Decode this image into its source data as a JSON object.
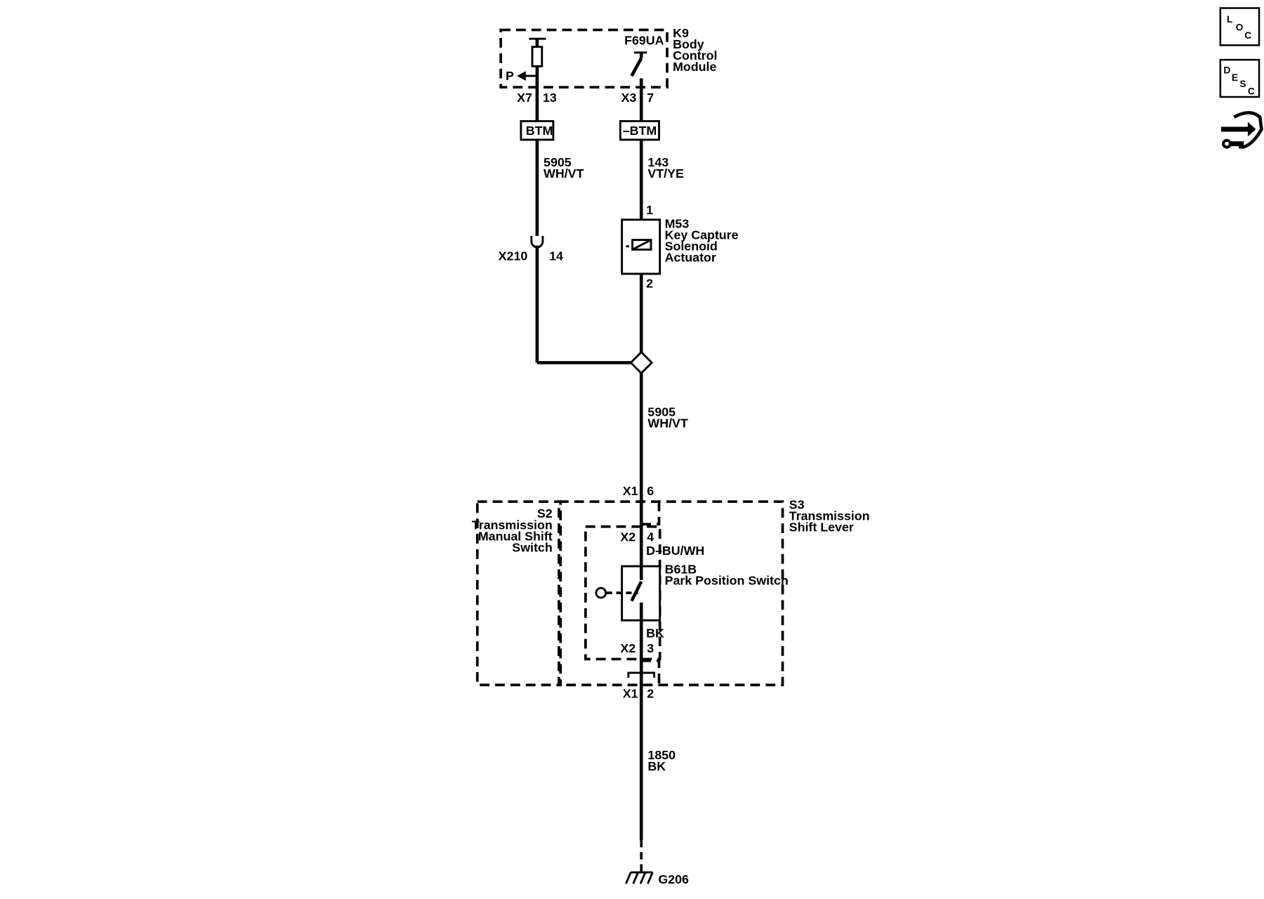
{
  "k9": {
    "ref": "K9",
    "name_lines": [
      "Body",
      "Control",
      "Module"
    ],
    "fuse_label": "F69UA",
    "p_label": "P",
    "left_conn": "X7",
    "left_pin": "13",
    "right_conn": "X3",
    "right_pin": "7"
  },
  "btm_left": "BTM",
  "btm_right": "–BTM",
  "wire_5905_top": {
    "circuit": "5905",
    "color": "WH/VT"
  },
  "wire_143": {
    "circuit": "143",
    "color": "VT/YE"
  },
  "x210": {
    "conn": "X210",
    "pin": "14"
  },
  "m53": {
    "pin_top": "1",
    "pin_bottom": "2",
    "name_lines": [
      "M53",
      "Key Capture",
      "Solenoid",
      "Actuator"
    ]
  },
  "wire_5905_mid": {
    "circuit": "5905",
    "color": "WH/VT"
  },
  "x1_top": {
    "conn": "X1",
    "pin": "6"
  },
  "s3": {
    "name_lines": [
      "S3",
      "Transmission",
      "Shift Lever"
    ]
  },
  "s2": {
    "name_lines": [
      "S2",
      "Transmission",
      "Manual Shift",
      "Switch"
    ]
  },
  "x2_top": {
    "conn": "X2",
    "pin": "4"
  },
  "wire_dbu": "D–BU/WH",
  "b61b": {
    "name_lines": [
      "B61B",
      "Park Position Switch"
    ]
  },
  "wire_bk_inner": "BK",
  "x2_bottom": {
    "conn": "X2",
    "pin": "3"
  },
  "x1_bottom": {
    "conn": "X1",
    "pin": "2"
  },
  "wire_1850": {
    "circuit": "1850",
    "color": "BK"
  },
  "ground": "G206",
  "side_icons": {
    "loc": {
      "letters": [
        "L",
        "O",
        "C"
      ],
      "icon": "location-icon"
    },
    "desc": {
      "letters": [
        "D",
        "E",
        "S",
        "C"
      ],
      "icon": "description-icon"
    },
    "connector": {
      "icon": "connector-wrench-icon"
    }
  }
}
